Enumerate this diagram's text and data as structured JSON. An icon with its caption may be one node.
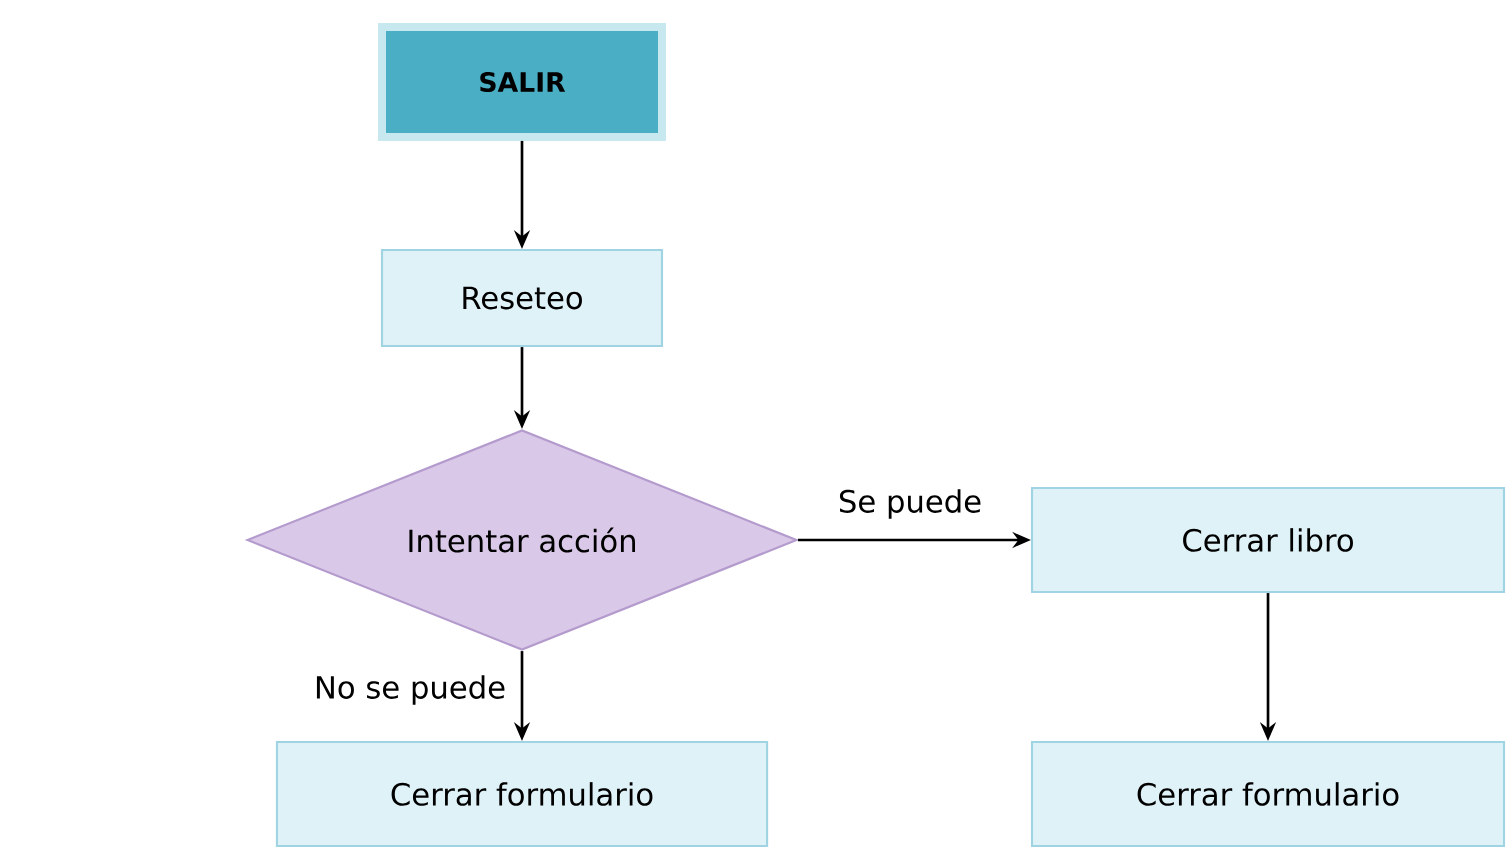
{
  "diagram": {
    "nodes": [
      {
        "text": [
          "SALIR"
        ]
      },
      {
        "text": [
          "Reseteo"
        ]
      },
      {
        "text": [
          "Intentar acción"
        ]
      },
      {
        "text": [
          "Cerrar libro"
        ]
      },
      {
        "text": [
          "Cerrar formulario"
        ]
      },
      {
        "text": [
          "Cerrar formulario"
        ]
      }
    ],
    "edges": [
      {
        "from": 0,
        "to": 1,
        "arrow": "to"
      },
      {
        "from": 1,
        "to": 2,
        "arrow": "to"
      },
      {
        "from": 2,
        "to": 3,
        "arrow": "to",
        "label": "Se puede"
      },
      {
        "from": 2,
        "to": 4,
        "arrow": "to",
        "label": "No se puede"
      },
      {
        "from": 3,
        "to": 5,
        "arrow": "to"
      }
    ]
  }
}
